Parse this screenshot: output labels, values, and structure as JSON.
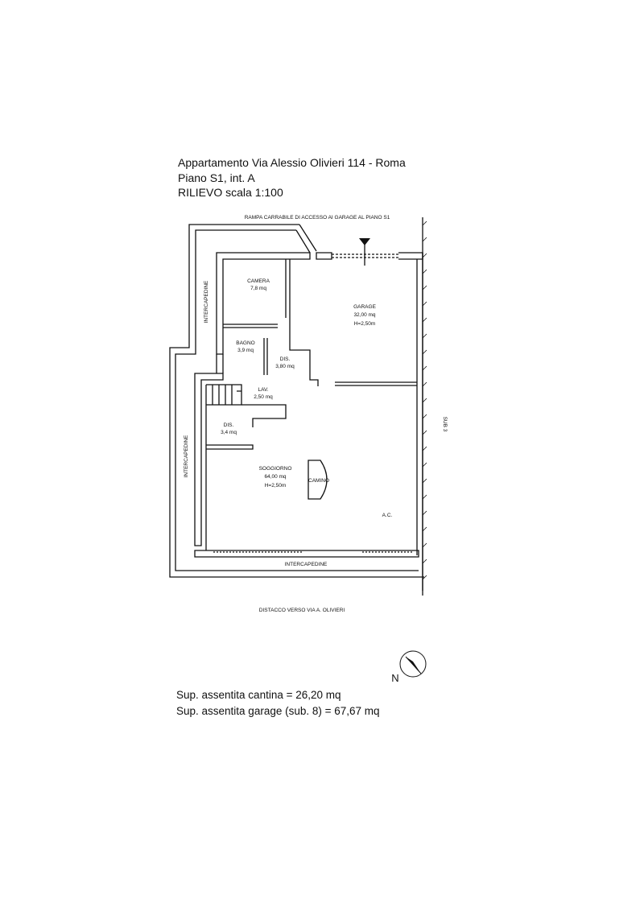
{
  "header": {
    "line1": "Appartamento Via Alessio Olivieri 114 - Roma",
    "line2": "Piano S1, int. A",
    "line3": "RILIEVO scala 1:100"
  },
  "plan": {
    "top_label": "RAMPA CARRABILE DI ACCESSO AI GARAGE AL PIANO S1",
    "bottom_label": "DISTACCO VERSO VIA A. OLIVIERI",
    "right_label": "SUB 3",
    "intercapedine": "INTERCAPEDINE",
    "rooms": {
      "camera": {
        "name": "CAMERA",
        "area": "7,8 mq"
      },
      "bagno": {
        "name": "BAGNO",
        "area": "3,9 mq"
      },
      "dis1": {
        "name": "DIS.",
        "area": "3,80 mq"
      },
      "lav": {
        "name": "LAV.",
        "area": "2,50 mq"
      },
      "dis2": {
        "name": "DIS.",
        "area": "3,4 mq"
      },
      "garage": {
        "name": "GARAGE",
        "area": "32,00 mq",
        "height": "H=2,50m"
      },
      "soggiorno": {
        "name": "SOGGIORNO",
        "area": "64,00 mq",
        "height": "H=2,50m"
      },
      "camino": "CAMINO",
      "ac": "A.C."
    },
    "north": "N"
  },
  "summary": {
    "cantina": "Sup. assentita cantina =  26,20 mq",
    "garage": "Sup. assentita garage (sub. 8) =  67,67 mq"
  }
}
